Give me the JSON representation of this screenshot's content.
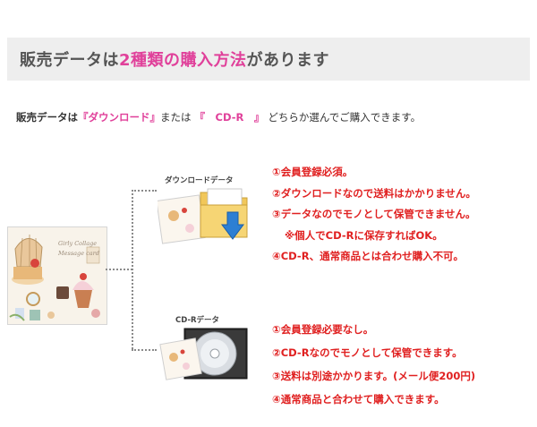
{
  "header": {
    "title_prefix": "販売データは",
    "title_highlight": "2種類の購入方法",
    "title_suffix": "があります"
  },
  "intro": {
    "part1": "販売データは",
    "download_label": "『ダウンロード』",
    "part2": "または",
    "cdr_label": "『　CD-R　』",
    "part3": "どちらか選んでご購入できます。"
  },
  "product": {
    "line1": "Girly Collage",
    "line2": "Message card"
  },
  "download": {
    "label": "ダウンロードデータ",
    "items": [
      "①会員登録必須。",
      "②ダウンロードなので送料はかかりません。",
      "③データなのでモノとして保管できません。",
      "※個人でCD-Rに保存すればOK。",
      "④CD-R、通常商品とは合わせ購入不可。"
    ]
  },
  "cdr": {
    "label": "CD-Rデータ",
    "items": [
      "①会員登録必要なし。",
      "②CD-Rなのでモノとして保管できます。",
      "③送料は別途かかります。(メール便200円)",
      "④通常商品と合わせて購入できます。"
    ]
  },
  "colors": {
    "accent": "#e0409a",
    "warning": "#e02020",
    "banner_bg": "#eeeeee"
  }
}
